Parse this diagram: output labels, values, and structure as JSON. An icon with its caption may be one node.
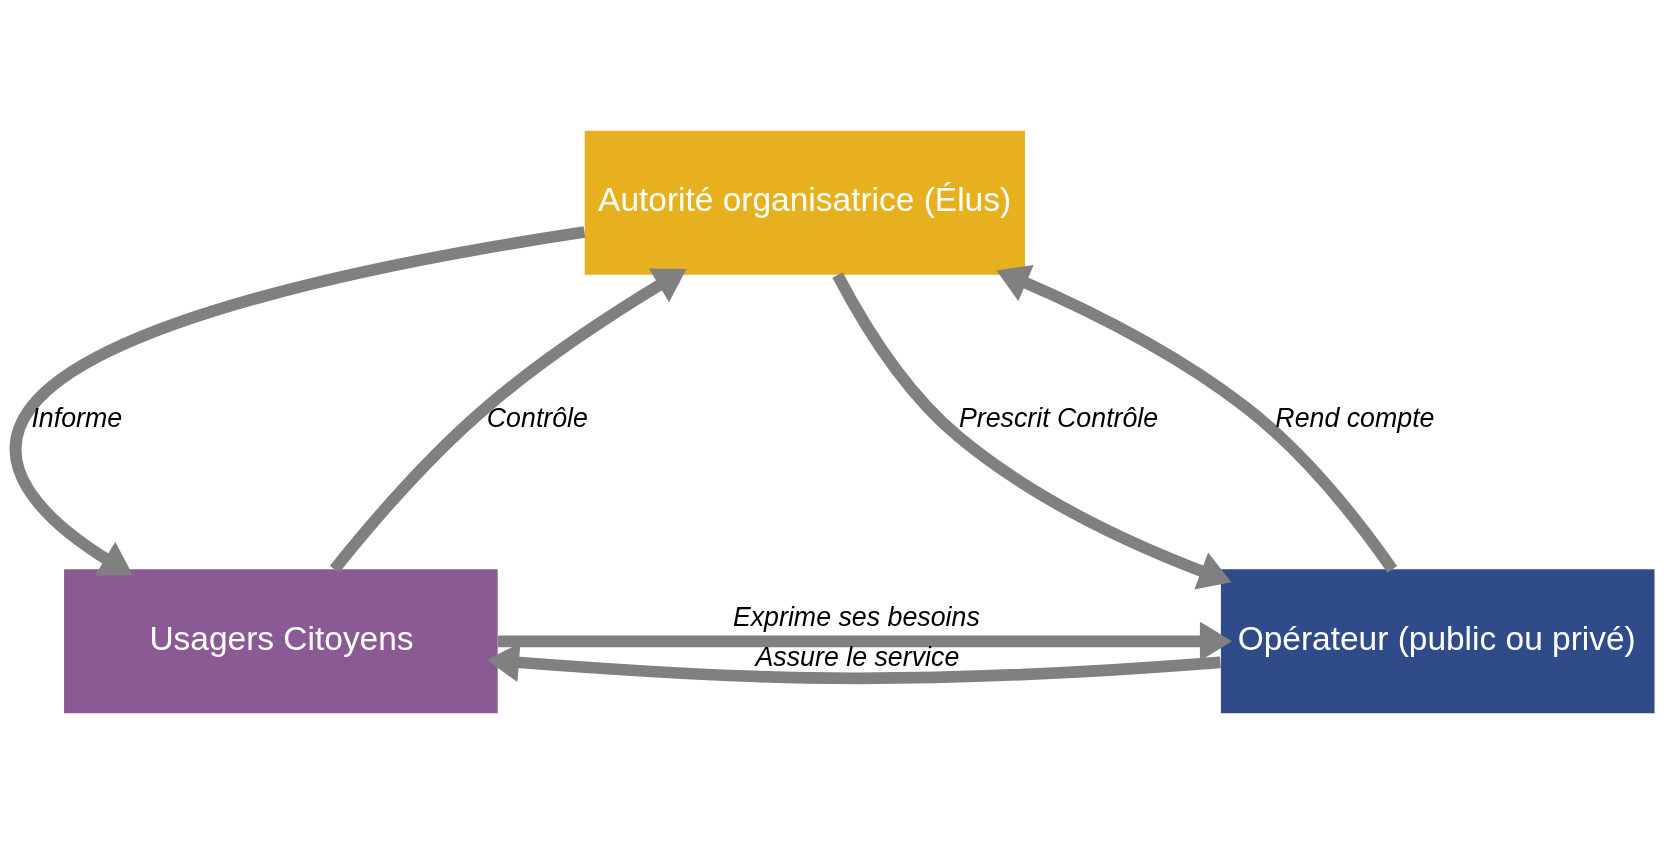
{
  "diagram": {
    "nodes": [
      {
        "text": [
          "Autorité organisatrice (Élus)"
        ]
      },
      {
        "text": [
          "Usagers Citoyens"
        ]
      },
      {
        "text": [
          "Opérateur (public ou privé)"
        ]
      }
    ],
    "edges": [
      {
        "from": 0,
        "to": 1,
        "arrow": "to",
        "label": "Informe"
      },
      {
        "from": 1,
        "to": 0,
        "arrow": "to",
        "label": "Contrôle"
      },
      {
        "from": 0,
        "to": 2,
        "arrow": "to",
        "label": "Prescrit Contrôle"
      },
      {
        "from": 2,
        "to": 0,
        "arrow": "to",
        "label": "Rend compte"
      },
      {
        "from": 2,
        "to": 1,
        "arrow": "to",
        "label": "Assure le service"
      },
      {
        "from": 1,
        "to": 2,
        "arrow": "to",
        "label": "Exprime ses besoins"
      }
    ]
  }
}
